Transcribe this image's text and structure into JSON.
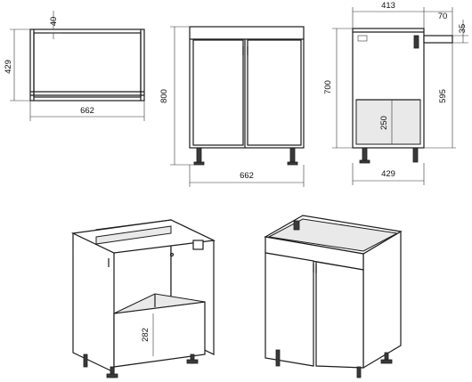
{
  "dimensions": {
    "top_inner_depth": "40",
    "top_depth": "429",
    "top_width": "662",
    "front_height": "800",
    "front_width": "662",
    "side_total_width": "413",
    "side_offset": "70",
    "side_tap": "35",
    "side_height": "700",
    "side_inner_height": "595",
    "side_shelf_height": "250",
    "side_depth": "429",
    "iso_shelf_height": "282"
  }
}
